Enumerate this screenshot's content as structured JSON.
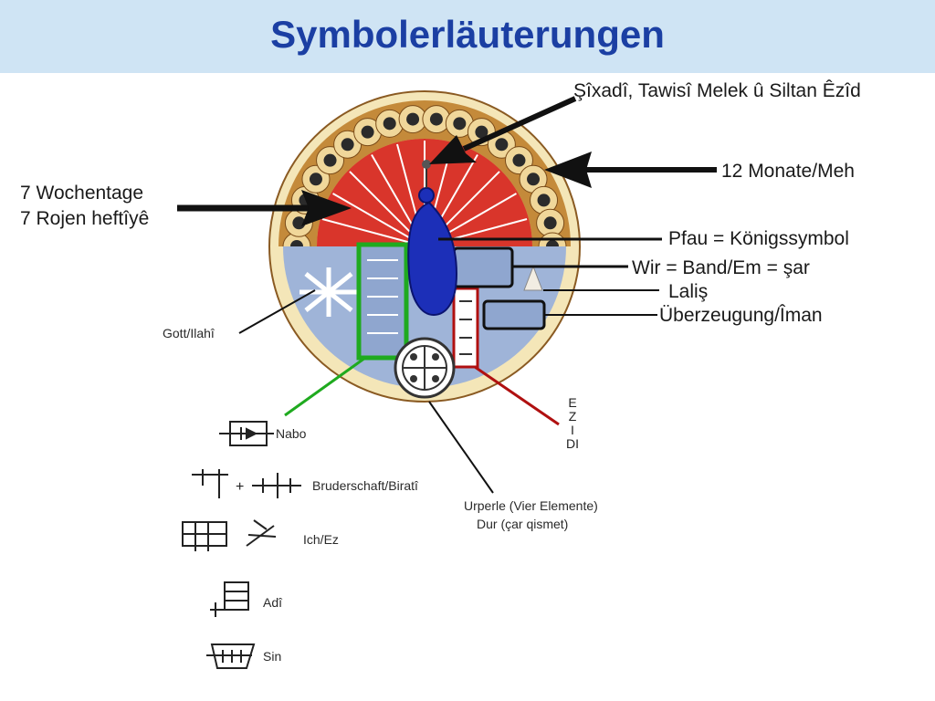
{
  "title": "Symbolerläuterungen",
  "labels": {
    "sixadi": "Şîxadî, Tawisî Melek û Siltan Êzîd",
    "months": "12 Monate/Meh",
    "weekdays_1": "7 Wochentage",
    "weekdays_2": "7 Rojen heftîyê",
    "peacock": "Pfau = Königssymbol",
    "wir": "Wir = Band/Em = şar",
    "lalis": "Laliş",
    "belief": "Überzeugung/Îman",
    "god": "Gott/Ilahî",
    "nabo": "Nabo",
    "brotherhood": "Bruderschaft/Biratî",
    "ich": "Ich/Ez",
    "adi": "Adî",
    "sin": "Sin",
    "urperle_1": "Urperle (Vier Elemente)",
    "urperle_2": "Dur (çar qismet)"
  },
  "ezidi_letters": [
    "E",
    "Z",
    "I",
    "DI"
  ],
  "colors": {
    "title": "#1b3fa3",
    "title_bg": "#cfe4f4",
    "outer_ring": "#c48a3a",
    "feather_eye": "#2b2b2b",
    "inner_red": "#d9352b",
    "peacock_blue": "#1c2fb8",
    "lower_field": "#9fb4d8",
    "cream": "#f4e6b8",
    "green_box": "#1faa1f",
    "red_box": "#b01010"
  }
}
